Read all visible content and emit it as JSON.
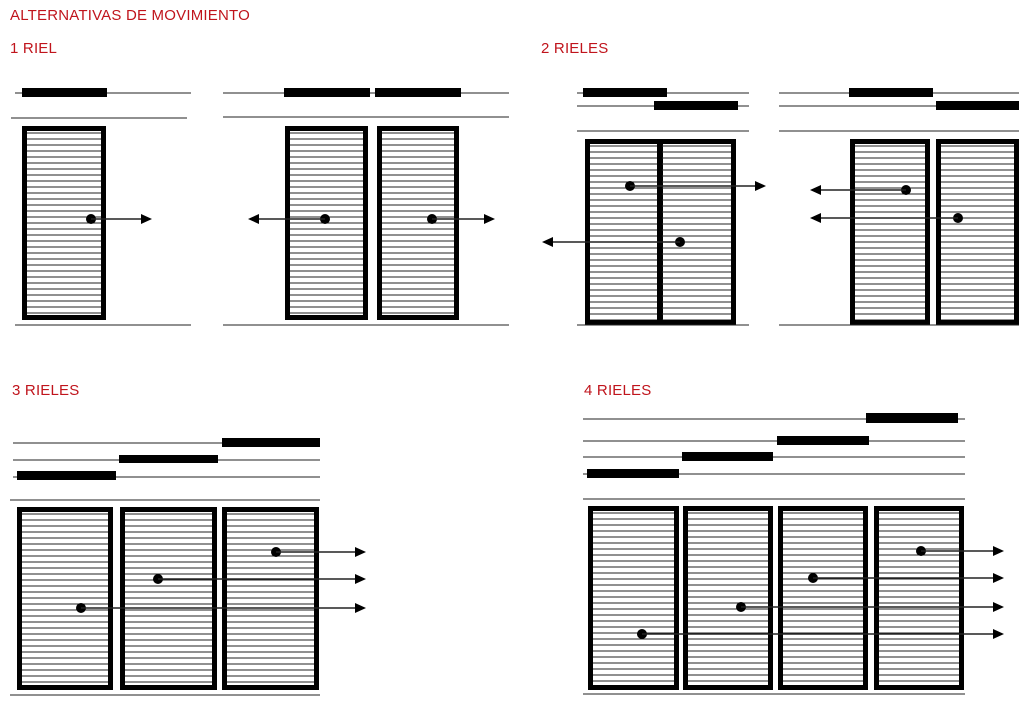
{
  "title": "ALTERNATIVAS DE MOVIMIENTO",
  "sections": [
    {
      "label": "1 RIEL"
    },
    {
      "label": "2 RIELES"
    },
    {
      "label": "3 RIELES"
    },
    {
      "label": "4 RIELES"
    }
  ],
  "colors": {
    "accent": "#c0141c",
    "ink": "#000000"
  }
}
